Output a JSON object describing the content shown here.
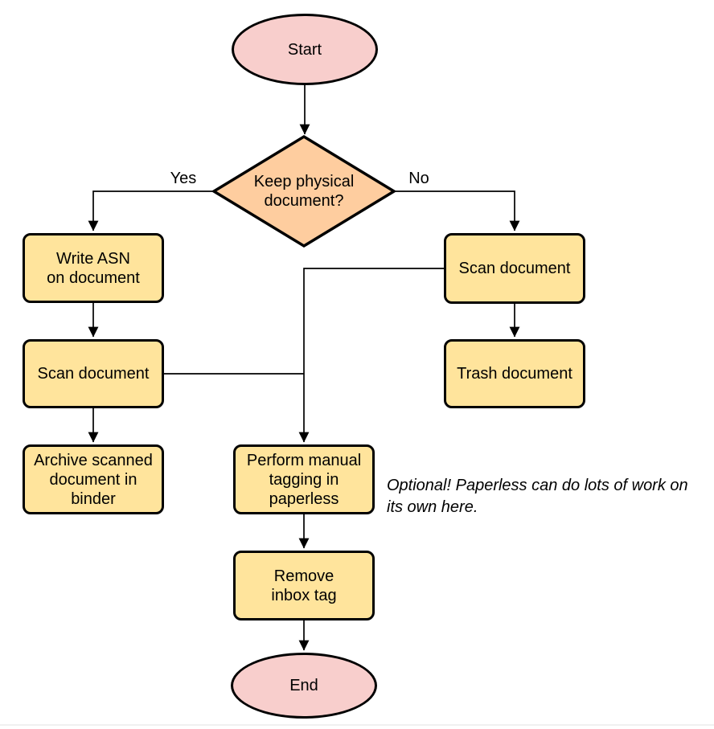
{
  "colors": {
    "terminal_fill": "#F8CECC",
    "decision_fill": "#FECD9F",
    "process_fill": "#FFE49C",
    "stroke": "#000000"
  },
  "nodes": {
    "start": {
      "label": "Start"
    },
    "decision": {
      "label": "Keep physical\ndocument?"
    },
    "write_asn": {
      "label": "Write ASN\non document"
    },
    "scan_left": {
      "label": "Scan document"
    },
    "archive": {
      "label": "Archive scanned\ndocument in\nbinder"
    },
    "scan_right": {
      "label": "Scan document"
    },
    "trash": {
      "label": "Trash document"
    },
    "tagging": {
      "label": "Perform manual\ntagging in\npaperless"
    },
    "remove_inbox": {
      "label": "Remove\ninbox tag"
    },
    "end": {
      "label": "End"
    }
  },
  "edges": {
    "yes_label": "Yes",
    "no_label": "No"
  },
  "annotation": {
    "text": "Optional! Paperless can do lots of work on\nits own here."
  }
}
